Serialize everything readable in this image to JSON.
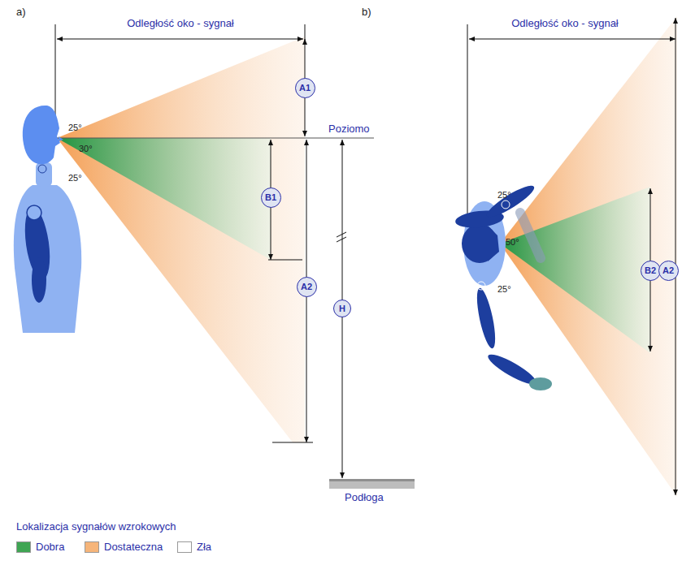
{
  "diagram": {
    "nodes": [
      {
        "text": [
          "A1"
        ]
      },
      {
        "text": [
          "B1"
        ]
      },
      {
        "text": [
          "A2"
        ]
      },
      {
        "text": [
          "H"
        ]
      },
      {
        "text": [
          "B2"
        ]
      },
      {
        "text": [
          "A2"
        ]
      }
    ],
    "labels": [
      "a)",
      "Odległość oko - sygnał",
      "25°",
      "30°",
      "25°",
      "Poziomo",
      "Podłoga",
      "b)",
      "Odległość oko - sygnał",
      "25°",
      "50°",
      "25°",
      "Lokalizacja sygnałów wzrokowych"
    ],
    "legend": [
      {
        "text": "Dobra",
        "color": "#3fa553"
      },
      {
        "text": "Dostateczna",
        "color": "#f6b57a"
      },
      {
        "text": "Zła",
        "color": "#ffffff"
      }
    ]
  }
}
